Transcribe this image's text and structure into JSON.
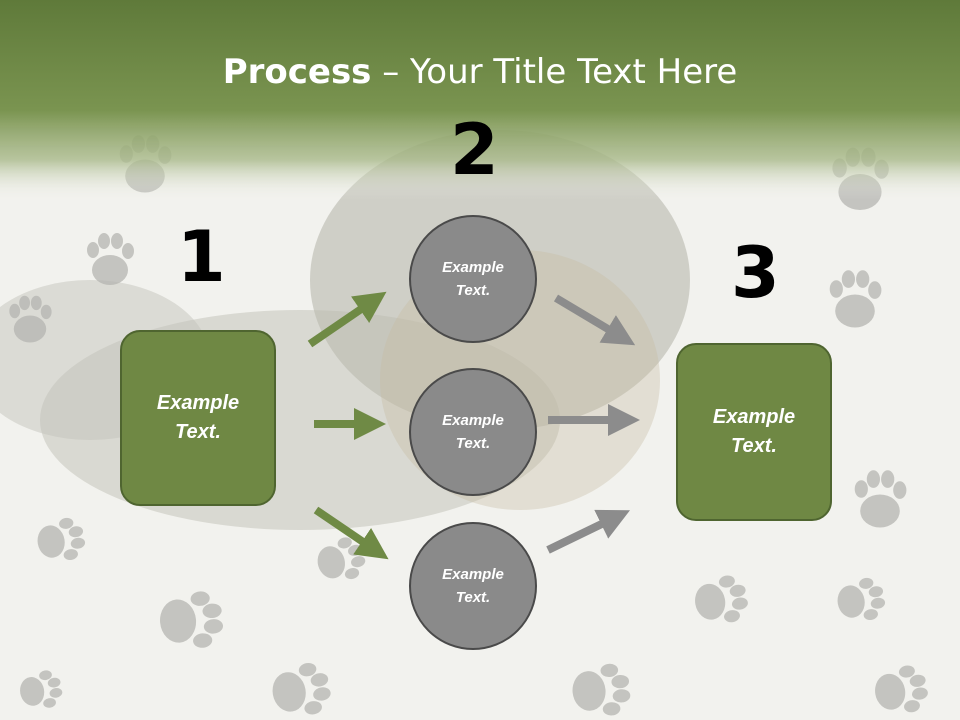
{
  "title": {
    "bold": "Process",
    "rest": " – Your Title Text Here"
  },
  "steps": [
    {
      "number": "1",
      "text": "Example\nText."
    },
    {
      "number": "2"
    },
    {
      "number": "3",
      "text": "Example\nText."
    }
  ],
  "circles": [
    {
      "text": "Example\nText."
    },
    {
      "text": "Example\nText."
    },
    {
      "text": "Example\nText."
    }
  ],
  "colors": {
    "header": "#6f8a45",
    "box": "#6f8844",
    "arrow_green": "#6f8a45",
    "arrow_gray": "#8c8c8c",
    "circle": "#8a8a8a"
  }
}
